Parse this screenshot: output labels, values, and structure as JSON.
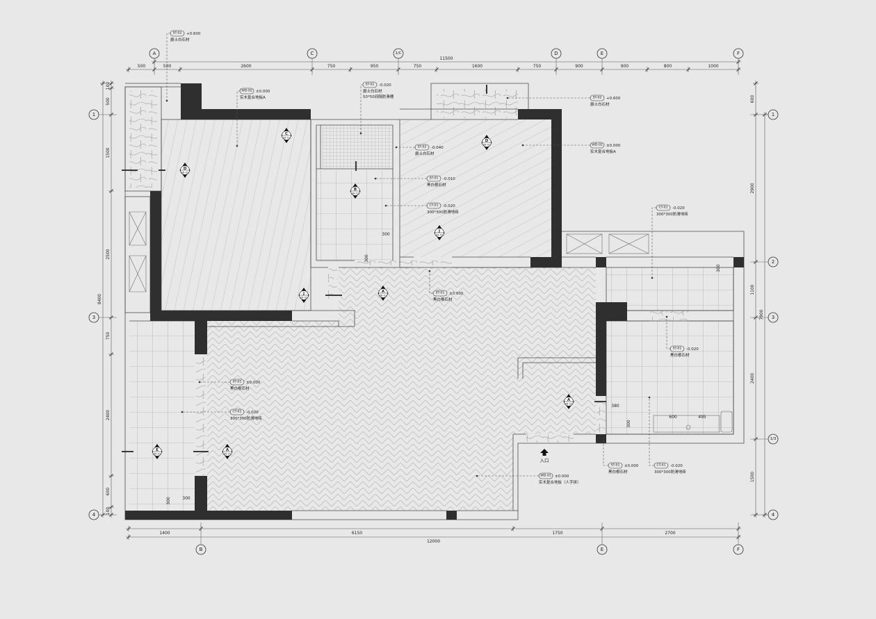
{
  "drawing": {
    "entrance_label": "入口"
  },
  "grid": {
    "top": [
      "A",
      "C",
      "1/C",
      "D",
      "E",
      "F"
    ],
    "bottom": [
      "B",
      "E",
      "F"
    ],
    "left": [
      "1",
      "3",
      "4"
    ],
    "right": [
      "1",
      "2",
      "3",
      "1/3",
      "4"
    ]
  },
  "dimensions": {
    "top": {
      "total": "11500",
      "segments": [
        "500",
        "500",
        "2600",
        "750",
        "950",
        "750",
        "1600",
        "750",
        "900",
        "900",
        "800",
        "1000"
      ]
    },
    "bottom": {
      "total": "12000",
      "segments": [
        "1400",
        "6150",
        "1750",
        "2700"
      ]
    },
    "left": {
      "total": "8400",
      "segments": [
        "100",
        "500",
        "1500",
        "2500",
        "750",
        "2400",
        "600",
        "100"
      ]
    },
    "right": {
      "total": "7900",
      "segments": [
        "600",
        "2900",
        "1100",
        "2400",
        "1500"
      ]
    },
    "small": [
      "300",
      "300",
      "300",
      "380",
      "300",
      "600",
      "495",
      "300",
      "300"
    ]
  },
  "notes": [
    {
      "code": "ST-02",
      "level": "+0.600",
      "text": "爵士白石材"
    },
    {
      "code": "WD-02",
      "level": "±0.000",
      "text": "实木复合地板A"
    },
    {
      "code": "ST-02",
      "level": "-0.020",
      "text": "爵士白石材",
      "text2": "50*50间隔防滑槽"
    },
    {
      "code": "ST-02",
      "level": "+0.600",
      "text": "爵士白石材"
    },
    {
      "code": "WD-02",
      "level": "±0.000",
      "text": "实木复合地板A"
    },
    {
      "code": "ST-02",
      "level": "-0.040",
      "text": "爵士白石材"
    },
    {
      "code": "ST-01",
      "level": "-0.010",
      "text": "黑白根石材"
    },
    {
      "code": "CT-01",
      "level": "-0.020",
      "text": "300*300防滑地砖"
    },
    {
      "code": "CT-01",
      "level": "-0.020",
      "text": "300*300防滑地砖"
    },
    {
      "code": "ST-01",
      "level": "±0.000",
      "text": "黑白根石材"
    },
    {
      "code": "ST-01",
      "level": "-0.020",
      "text": "黑白根石材"
    },
    {
      "code": "ST-01",
      "level": "±0.000",
      "text": "黑白根石材"
    },
    {
      "code": "CT-01",
      "level": "-0.020",
      "text": "300*300防滑地砖"
    },
    {
      "code": "WD-01",
      "level": "±0.000",
      "text": "实木复合地板（人字拼）"
    },
    {
      "code": "ST-01",
      "level": "±0.000",
      "text": "黑白根石材"
    },
    {
      "code": "CT-01",
      "level": "-0.020",
      "text": "300*300防滑地砖"
    }
  ],
  "sections": [
    {
      "letter": "C",
      "sheet": "06-01"
    },
    {
      "letter": "D",
      "sheet": "06-01"
    },
    {
      "letter": "D",
      "sheet": "06-01"
    },
    {
      "letter": "B",
      "sheet": "06-01"
    },
    {
      "letter": "J",
      "sheet": "06-02"
    },
    {
      "letter": "J",
      "sheet": "06-02"
    },
    {
      "letter": "A",
      "sheet": "06-01"
    },
    {
      "letter": "A",
      "sheet": "06-01"
    },
    {
      "letter": "E",
      "sheet": "06-01"
    },
    {
      "letter": "A",
      "sheet": "06-01"
    }
  ],
  "colors": {
    "background": "#e8e8e8",
    "wall": "#2f2f2f",
    "line": "#4a4a4a"
  }
}
